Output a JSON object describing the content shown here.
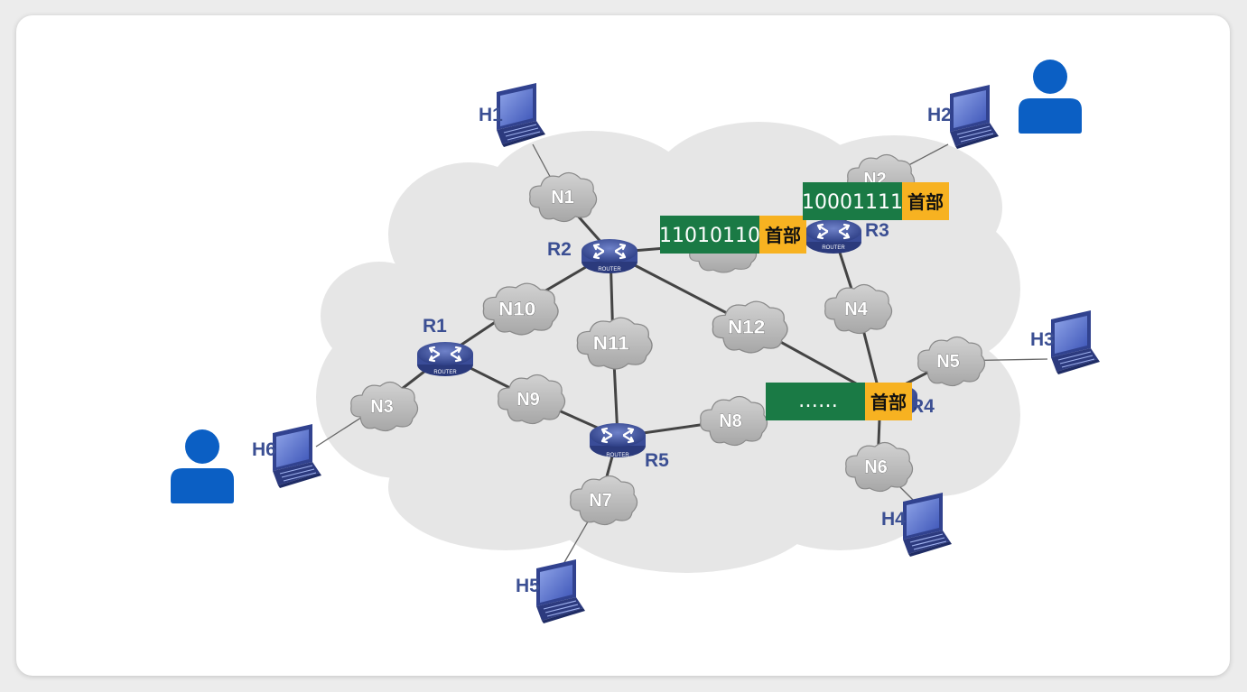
{
  "hosts": {
    "h1": "H1",
    "h2": "H2",
    "h3": "H3",
    "h4": "H4",
    "h5": "H5",
    "h6": "H6"
  },
  "routers": {
    "r1": "R1",
    "r2": "R2",
    "r3": "R3",
    "r4": "R4",
    "r5": "R5"
  },
  "router_badge": "ROUTER",
  "networks": {
    "n1": "N1",
    "n2": "N2",
    "n3": "N3",
    "n4": "N4",
    "n5": "N5",
    "n6": "N6",
    "n7": "N7",
    "n8": "N8",
    "n9": "N9",
    "n10": "N10",
    "n11": "N11",
    "n12": "N12"
  },
  "packets": {
    "p1": {
      "bits": "11010110",
      "header": "首部"
    },
    "p2": {
      "bits": "10001111",
      "header": "首部"
    },
    "p3": {
      "bits": "……",
      "header": "首部"
    }
  },
  "colors": {
    "payload": "#1a7a45",
    "header": "#f7b221",
    "user": "#0b5fc4",
    "label": "#3b4f93"
  }
}
